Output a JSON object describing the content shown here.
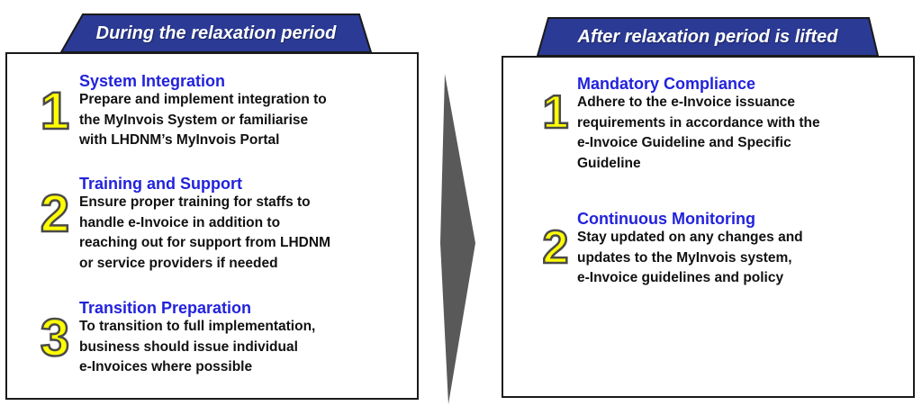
{
  "diagram": {
    "left_panel": {
      "banner": "During the relaxation period",
      "items": [
        {
          "number": "1",
          "title": "System Integration",
          "body": "Prepare and implement integration to\nthe MyInvois System or familiarise\nwith LHDNM’s MyInvois Portal"
        },
        {
          "number": "2",
          "title": "Training and Support",
          "body": "Ensure proper training for staffs to\nhandle e-Invoice in addition to\nreaching out for support from LHDNM\nor service providers if needed"
        },
        {
          "number": "3",
          "title": "Transition Preparation",
          "body": "To transition to full implementation,\nbusiness should issue individual\ne-Invoices where possible"
        }
      ]
    },
    "right_panel": {
      "banner": "After relaxation period is lifted",
      "items": [
        {
          "number": "1",
          "title": "Mandatory Compliance",
          "body": "Adhere to the e-Invoice issuance\nrequirements in accordance with the\ne-Invoice Guideline and Specific\nGuideline"
        },
        {
          "number": "2",
          "title": "Continuous Monitoring",
          "body": "Stay updated on any changes and\nupdates to the MyInvois system,\ne-Invoice guidelines and policy"
        }
      ]
    },
    "colors": {
      "banner_blue": "#2B3A95",
      "title_blue": "#2222DD",
      "number_yellow": "#FFFF00",
      "arrow_gray": "#595959",
      "border_black": "#1A1A1A"
    }
  }
}
